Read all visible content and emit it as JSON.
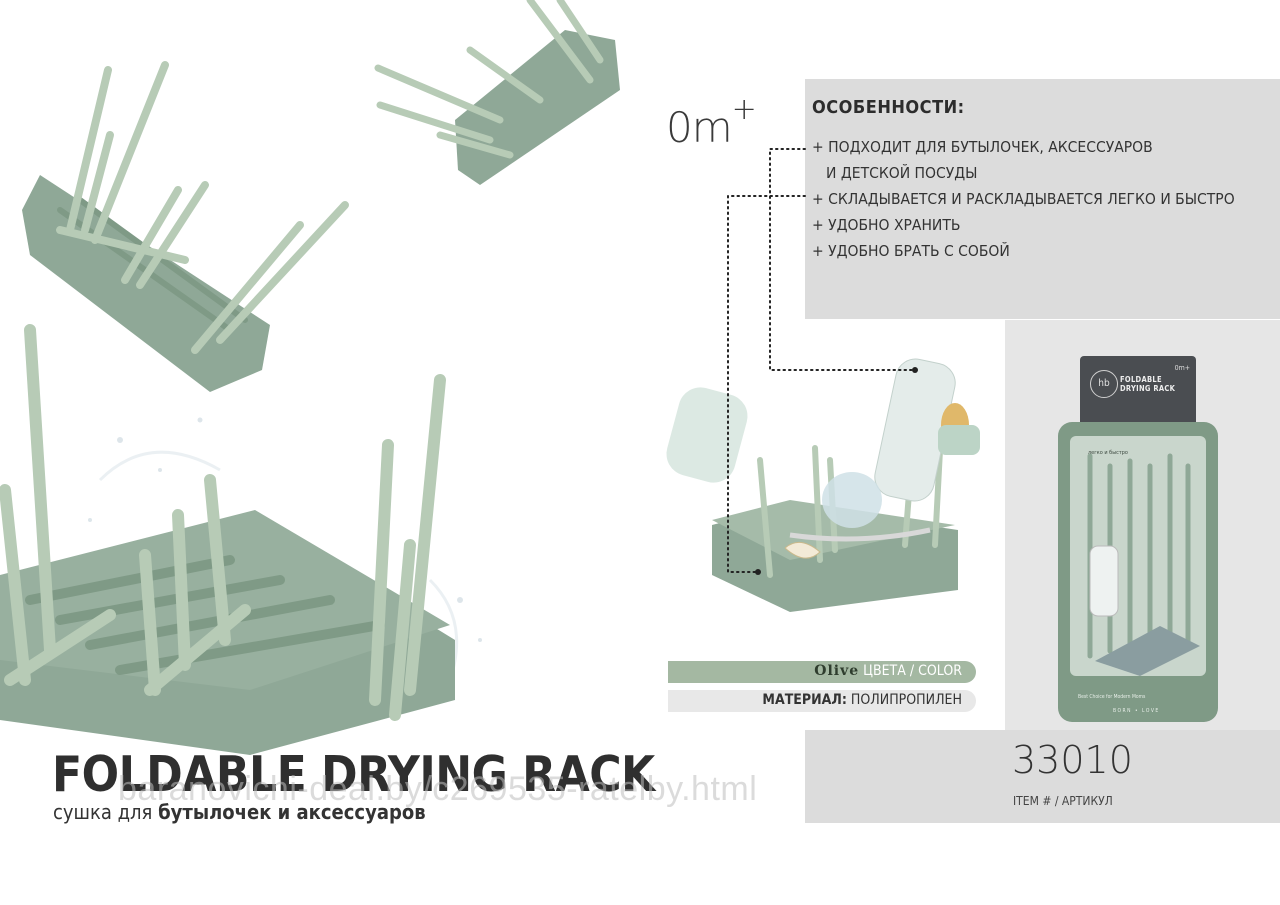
{
  "brand_colors": {
    "olive": "#a4b8a2",
    "rack": "#7f9a86",
    "rack_light": "#b7cbb6",
    "panel": "#dcdcdc"
  },
  "age": {
    "value": "0m",
    "plus": "+"
  },
  "features": {
    "title": "ОСОБЕННОСТИ:",
    "items": [
      "+ ПОДХОДИТ ДЛЯ БУТЫЛОЧЕК, АКСЕССУАРОВ",
      "И ДЕТСКОЙ ПОСУДЫ",
      "+ СКЛАДЫВАЕТСЯ И РАСКЛАДЫВАЕТСЯ ЛЕГКО И БЫСТРО",
      "+ УДОБНО ХРАНИТЬ",
      "+ УДОБНО БРАТЬ С СОБОЙ"
    ]
  },
  "color_bar": {
    "name": "Olive",
    "label": "ЦВЕТА / COLOR"
  },
  "material_bar": {
    "label": "МАТЕРИАЛ:",
    "value": "ПОЛИПРОПИЛЕН"
  },
  "article": {
    "number": "33010",
    "label": "ITEM # / АРТИКУЛ"
  },
  "product": {
    "title": "FOLDABLE DRYING RACK",
    "subtitle_plain": "сушка для ",
    "subtitle_bold": "бутылочек и аксессуаров"
  },
  "packshot": {
    "logo": "hb",
    "name_line1": "FOLDABLE",
    "name_line2": "DRYING RACK",
    "age": "0m+",
    "sub": "легко и быстро",
    "tag": "Best Choice for Modern Moms",
    "footer": "BORN • LOVE"
  },
  "watermark": "baranovichi-deal.by/c269535-ratelby.html"
}
